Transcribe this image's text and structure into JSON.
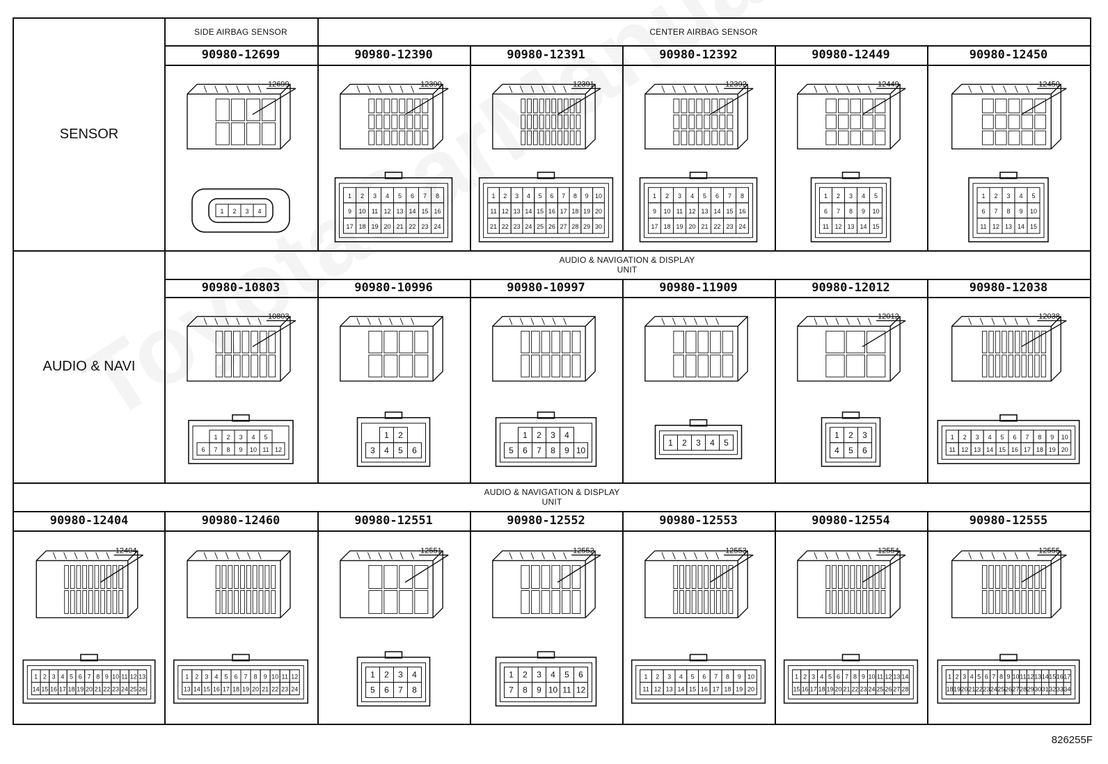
{
  "watermark": "ToyotaCarManuals",
  "figure_id": "826255F",
  "rows": [
    {
      "label": "SENSOR",
      "groups": [
        "SIDE AIRBAG SENSOR",
        "CENTER AIRBAG SENSOR"
      ],
      "connectors": [
        {
          "part": "90980-12699",
          "ref": "12699",
          "pins": [
            "1",
            "2",
            "3",
            "4"
          ]
        },
        {
          "part": "90980-12390",
          "ref": "12390",
          "pins": [
            "1",
            "2",
            "3",
            "4",
            "5",
            "6",
            "7",
            "8",
            "9",
            "10",
            "11",
            "12",
            "13",
            "14",
            "15",
            "16",
            "17",
            "18",
            "19",
            "20",
            "21",
            "22",
            "23",
            "24"
          ]
        },
        {
          "part": "90980-12391",
          "ref": "12391",
          "pins": [
            "1",
            "2",
            "3",
            "4",
            "5",
            "6",
            "7",
            "8",
            "9",
            "10",
            "11",
            "12",
            "13",
            "14",
            "15",
            "16",
            "17",
            "18",
            "19",
            "20",
            "21",
            "22",
            "23",
            "24",
            "25",
            "26",
            "27",
            "28",
            "29",
            "30"
          ]
        },
        {
          "part": "90980-12392",
          "ref": "12392",
          "pins": [
            "1",
            "2",
            "3",
            "4",
            "5",
            "6",
            "7",
            "8",
            "9",
            "10",
            "11",
            "12",
            "13",
            "14",
            "15",
            "16",
            "17",
            "18",
            "19",
            "20",
            "21",
            "22",
            "23",
            "24"
          ]
        },
        {
          "part": "90980-12449",
          "ref": "12449",
          "pins": [
            "1",
            "2",
            "3",
            "4",
            "5",
            "6",
            "7",
            "8",
            "9",
            "10",
            "11",
            "12",
            "13",
            "14",
            "15"
          ]
        },
        {
          "part": "90980-12450",
          "ref": "12450",
          "pins": [
            "1",
            "2",
            "3",
            "4",
            "5",
            "6",
            "7",
            "8",
            "9",
            "10",
            "11",
            "12",
            "13",
            "14",
            "15"
          ]
        }
      ]
    },
    {
      "label": "AUDIO & NAVI",
      "groups": [
        "AUDIO & NAVIGATION & DISPLAY",
        "UNIT"
      ],
      "connectors": [
        {
          "part": "90980-10803",
          "ref": "10803",
          "pins": [
            "1",
            "2",
            "3",
            "4",
            "5",
            "6",
            "7",
            "8",
            "9",
            "10",
            "11",
            "12"
          ]
        },
        {
          "part": "90980-10996",
          "ref": "",
          "pins": [
            "1",
            "2",
            "3",
            "4",
            "5",
            "6"
          ]
        },
        {
          "part": "90980-10997",
          "ref": "",
          "pins": [
            "1",
            "2",
            "3",
            "4",
            "5",
            "6",
            "7",
            "8",
            "9",
            "10"
          ]
        },
        {
          "part": "90980-11909",
          "ref": "",
          "pins": [
            "1",
            "2",
            "3",
            "4",
            "5"
          ]
        },
        {
          "part": "90980-12012",
          "ref": "12012",
          "pins": [
            "1",
            "2",
            "3",
            "4",
            "5",
            "6"
          ]
        },
        {
          "part": "90980-12038",
          "ref": "12038",
          "pins": [
            "1",
            "2",
            "3",
            "4",
            "5",
            "6",
            "7",
            "8",
            "9",
            "10",
            "11",
            "12",
            "13",
            "14",
            "15",
            "16",
            "17",
            "18",
            "19",
            "20"
          ]
        }
      ]
    },
    {
      "label": "",
      "groups": [
        "AUDIO & NAVIGATION & DISPLAY",
        "UNIT"
      ],
      "connectors": [
        {
          "part": "90980-12404",
          "ref": "12404",
          "pins": [
            "1",
            "2",
            "3",
            "4",
            "5",
            "6",
            "7",
            "8",
            "9",
            "10",
            "11",
            "12",
            "13",
            "14",
            "15",
            "16",
            "17",
            "18",
            "19",
            "20",
            "21",
            "22",
            "23",
            "24",
            "25",
            "26"
          ]
        },
        {
          "part": "90980-12460",
          "ref": "",
          "pins": [
            "1",
            "2",
            "3",
            "4",
            "5",
            "6",
            "7",
            "8",
            "9",
            "10",
            "11",
            "12",
            "13",
            "14",
            "15",
            "16",
            "17",
            "18",
            "19",
            "20",
            "21",
            "22",
            "23",
            "24"
          ]
        },
        {
          "part": "90980-12551",
          "ref": "12551",
          "pins": [
            "1",
            "2",
            "3",
            "4",
            "5",
            "6",
            "7",
            "8"
          ]
        },
        {
          "part": "90980-12552",
          "ref": "12552",
          "pins": [
            "1",
            "2",
            "3",
            "4",
            "5",
            "6",
            "7",
            "8",
            "9",
            "10",
            "11",
            "12"
          ]
        },
        {
          "part": "90980-12553",
          "ref": "12553",
          "pins": [
            "1",
            "2",
            "3",
            "4",
            "5",
            "6",
            "7",
            "8",
            "9",
            "10",
            "11",
            "12",
            "13",
            "14",
            "15",
            "16",
            "17",
            "18",
            "19",
            "20"
          ]
        },
        {
          "part": "90980-12554",
          "ref": "12554",
          "pins": [
            "1",
            "2",
            "3",
            "4",
            "5",
            "6",
            "7",
            "8",
            "9",
            "10",
            "11",
            "12",
            "13",
            "14",
            "15",
            "16",
            "17",
            "18",
            "19",
            "20",
            "21",
            "22",
            "23",
            "24",
            "25",
            "26",
            "27",
            "28"
          ]
        },
        {
          "part": "90980-12555",
          "ref": "12555",
          "pins": [
            "1",
            "2",
            "3",
            "4",
            "5",
            "6",
            "7",
            "8",
            "9",
            "10",
            "11",
            "12",
            "13",
            "14",
            "15",
            "16",
            "17",
            "18",
            "19",
            "20",
            "21",
            "22",
            "23",
            "24",
            "25",
            "26",
            "27",
            "28",
            "29",
            "30",
            "31",
            "32",
            "33",
            "34"
          ]
        }
      ]
    }
  ]
}
